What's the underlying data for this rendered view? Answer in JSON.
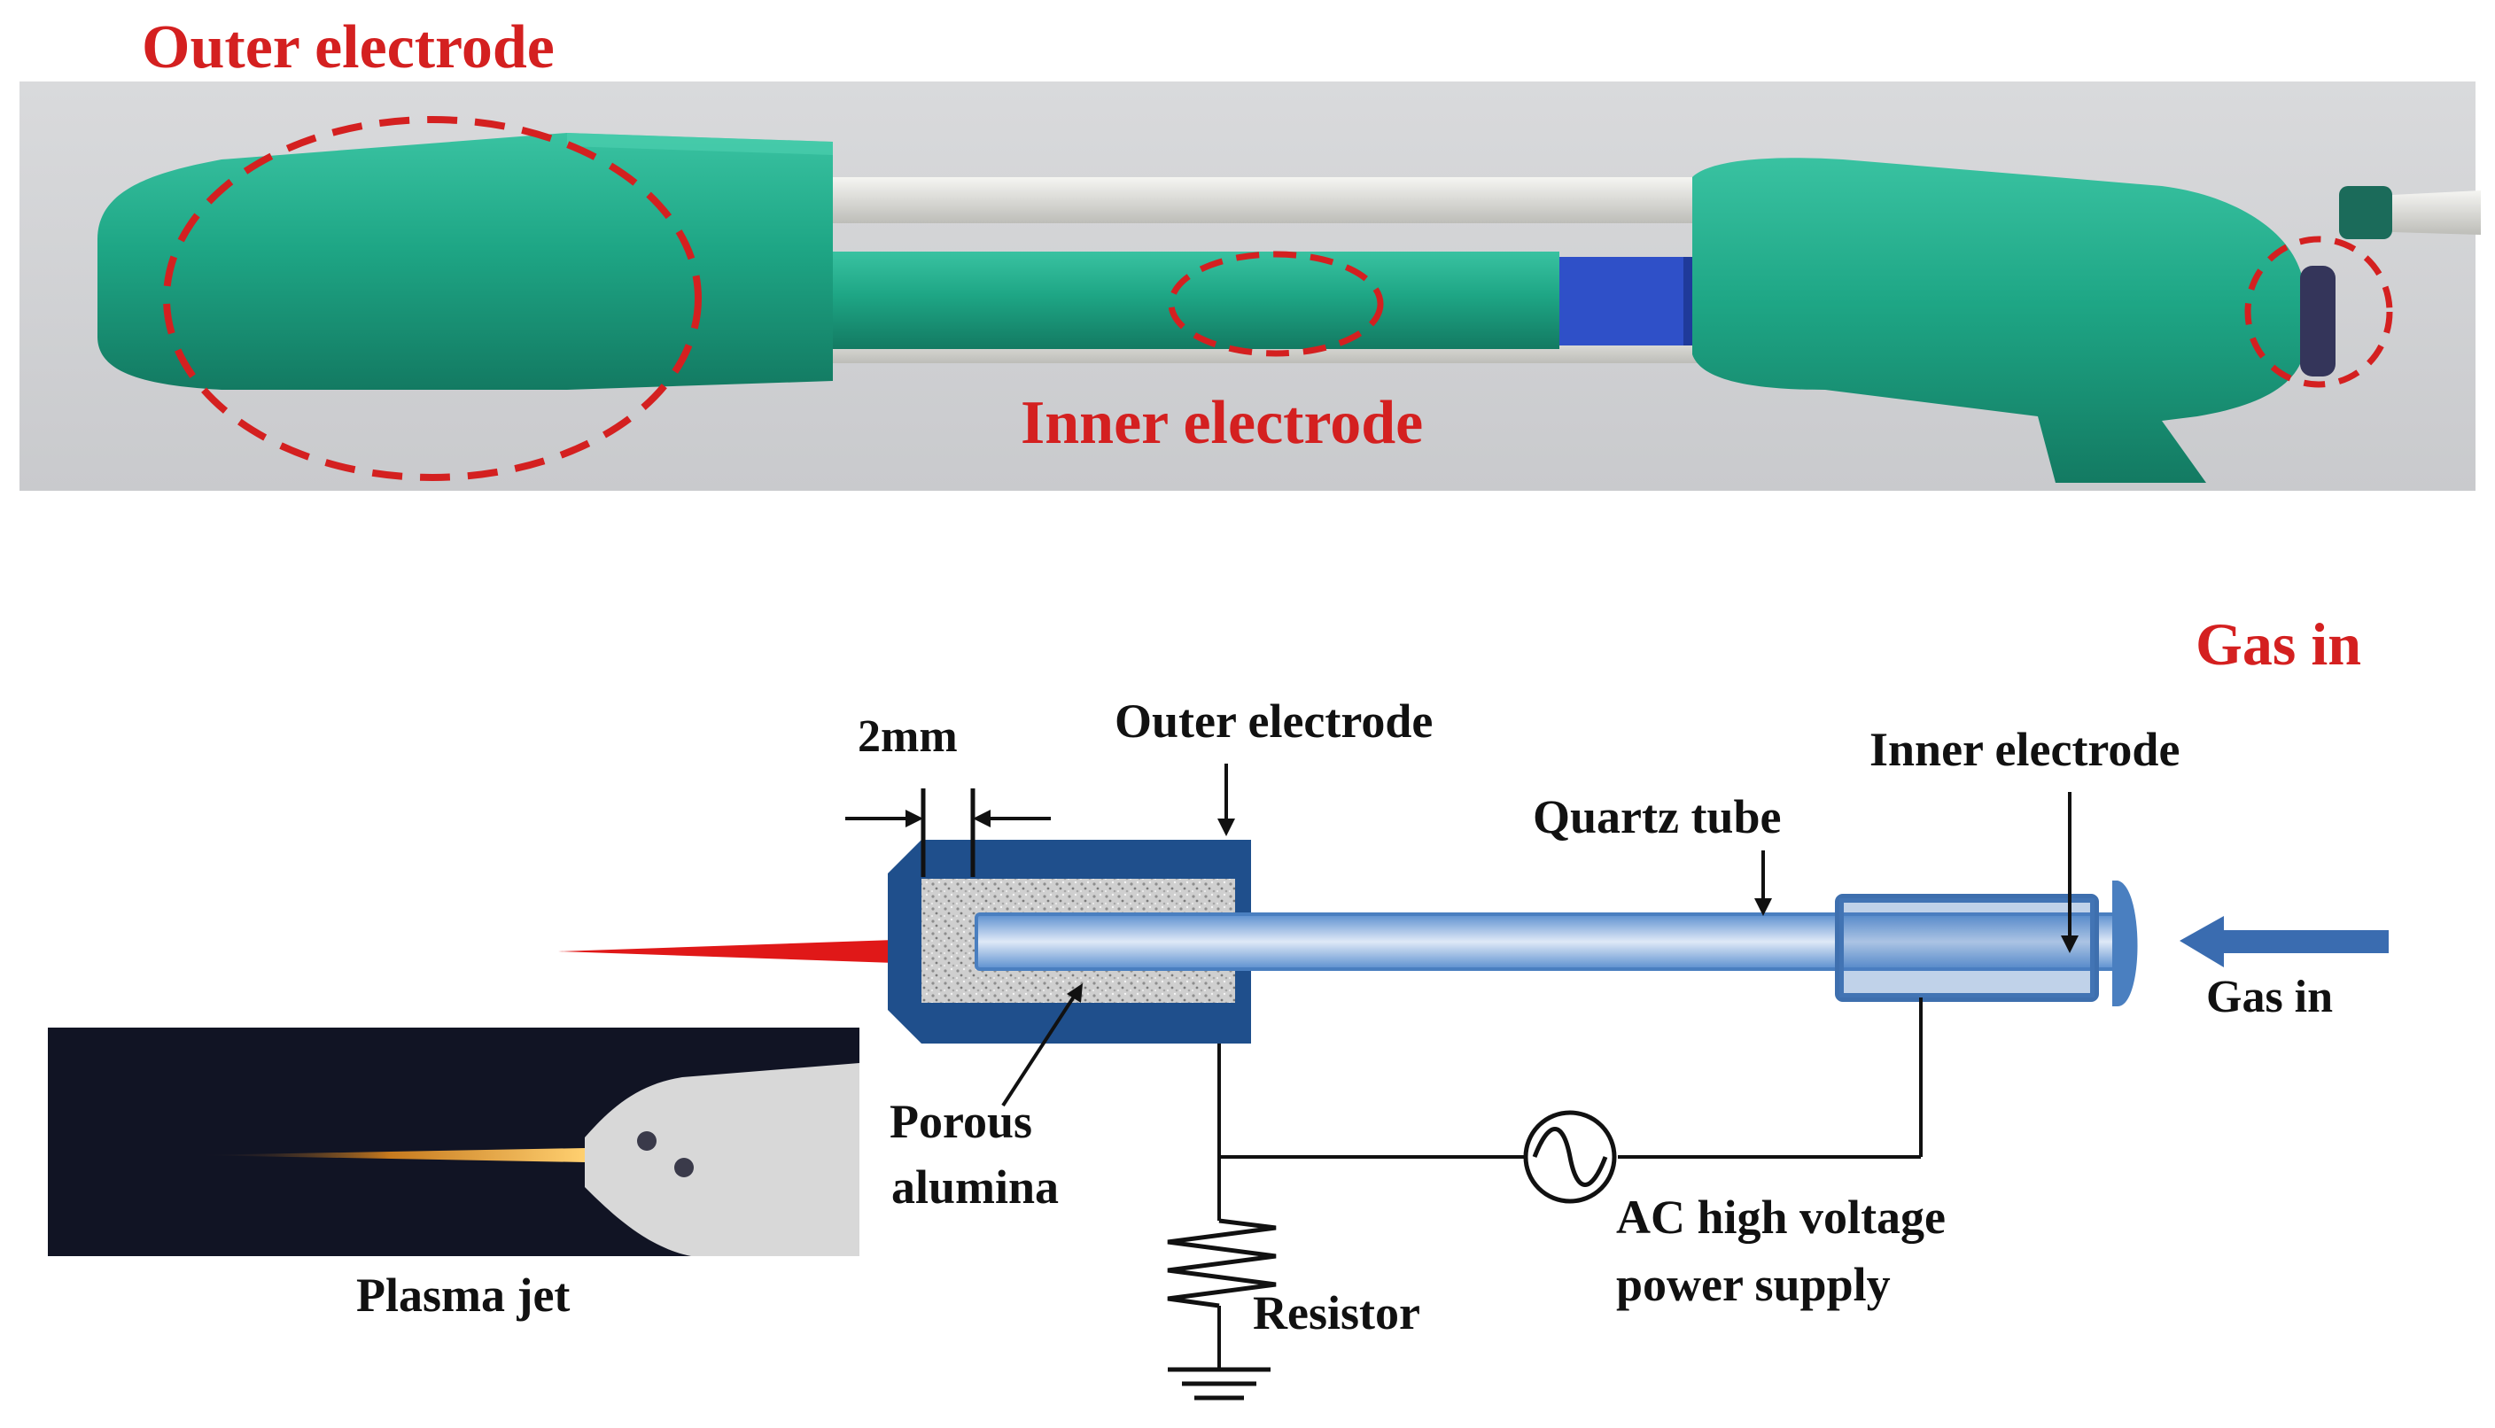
{
  "photo": {
    "labels": {
      "outer_electrode": "Outer electrode",
      "inner_electrode": "Inner electrode",
      "gas_in": "Gas in"
    }
  },
  "schematic": {
    "labels": {
      "gap": "2mm",
      "outer_electrode": "Outer electrode",
      "inner_electrode": "Inner electrode",
      "quartz_tube": "Quartz tube",
      "gas_in": "Gas in",
      "porous_line1": "Porous",
      "porous_line2": "alumina",
      "ac_line1": "AC high voltage",
      "ac_line2": "power supply",
      "resistor": "Resistor",
      "plasma_jet": "Plasma jet"
    }
  },
  "colors": {
    "annotation_red": "#d42020",
    "tape_green": "#1fa88a",
    "electrode_navy": "#1f4f8c",
    "quartz_blue": "#6a9bd6",
    "alumina_grey": "#c9c9c9"
  }
}
